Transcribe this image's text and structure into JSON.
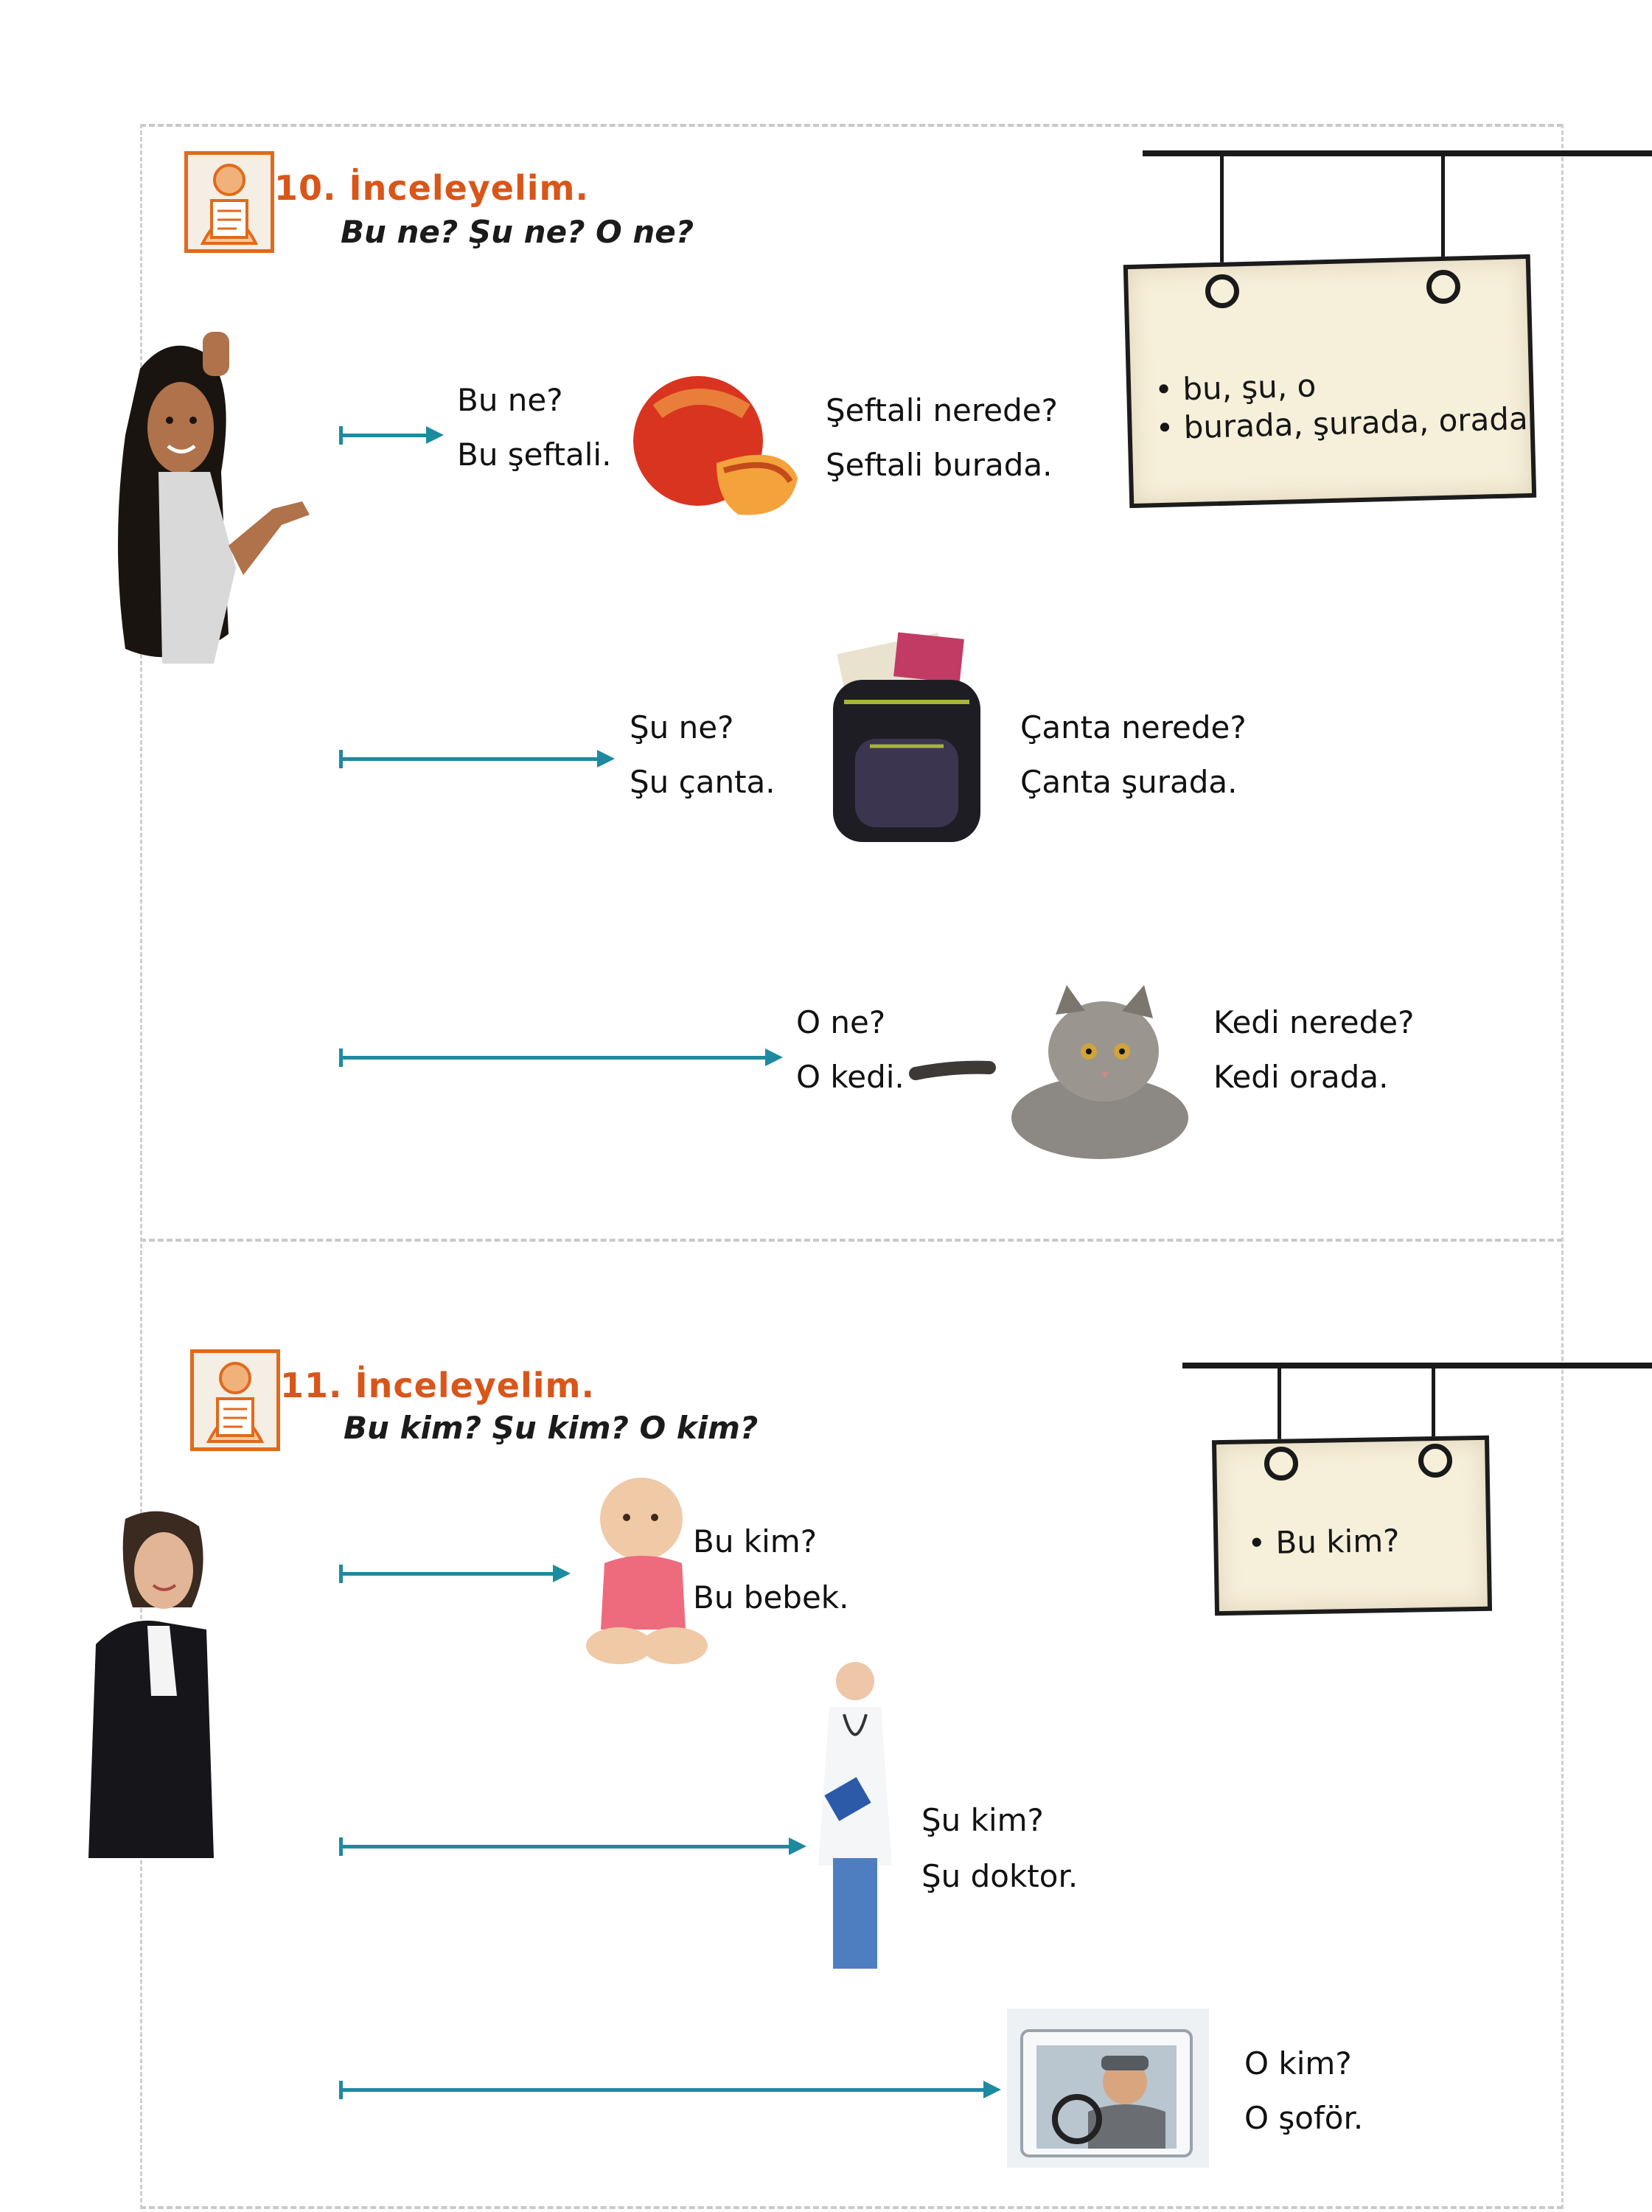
{
  "section10": {
    "number_title": "10. İnceleyelim.",
    "subtitle": "Bu ne? Şu ne? O ne?",
    "sign_items": [
      "• bu, şu, o",
      "• burada, şurada, orada"
    ],
    "rows": [
      {
        "q": "Bu ne?",
        "a": "Bu şeftali.",
        "where_q": "Şeftali nerede?",
        "where_a": "Şeftali burada.",
        "image": "peach"
      },
      {
        "q": "Şu ne?",
        "a": "Şu çanta.",
        "where_q": "Çanta nerede?",
        "where_a": "Çanta şurada.",
        "image": "backpack"
      },
      {
        "q": "O ne?",
        "a": "O kedi.",
        "where_q": "Kedi nerede?",
        "where_a": "Kedi orada.",
        "image": "cat"
      }
    ],
    "person_image": "woman-pointing"
  },
  "section11": {
    "number_title": "11. İnceleyelim.",
    "subtitle": "Bu kim? Şu kim? O kim?",
    "sign_items": [
      "• Bu kim?"
    ],
    "rows": [
      {
        "q": "Bu kim?",
        "a": "Bu bebek.",
        "image": "baby"
      },
      {
        "q": "Şu kim?",
        "a": "Şu doktor.",
        "image": "doctor"
      },
      {
        "q": "O kim?",
        "a": "O şoför.",
        "image": "driver"
      }
    ],
    "person_image": "businesswoman"
  },
  "colors": {
    "accent": "#d8561a",
    "arrow": "#1e8aa0",
    "board": "#f6efd9",
    "frame": "#c9c9c9"
  },
  "icons": [
    "reading-badge-icon",
    "arrow-icon",
    "sign-board-icon"
  ]
}
